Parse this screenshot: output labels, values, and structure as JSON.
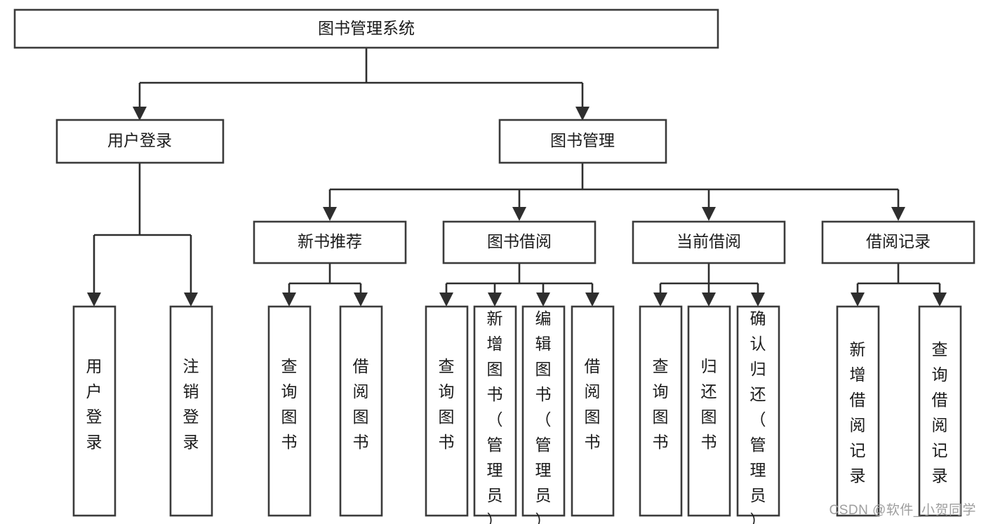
{
  "diagram": {
    "title": "图书管理系统",
    "type": "tree-hierarchy",
    "root": {
      "id": "root",
      "label": "图书管理系统",
      "orientation": "horizontal"
    },
    "level2": [
      {
        "id": "user-login",
        "label": "用户登录",
        "orientation": "horizontal"
      },
      {
        "id": "book-manage",
        "label": "图书管理",
        "orientation": "horizontal"
      }
    ],
    "level3": [
      {
        "id": "new-book-rec",
        "label": "新书推荐",
        "orientation": "horizontal",
        "parent": "book-manage"
      },
      {
        "id": "book-borrow",
        "label": "图书借阅",
        "orientation": "horizontal",
        "parent": "book-manage"
      },
      {
        "id": "current-borrow",
        "label": "当前借阅",
        "orientation": "horizontal",
        "parent": "book-manage"
      },
      {
        "id": "borrow-record",
        "label": "借阅记录",
        "orientation": "horizontal",
        "parent": "book-manage"
      }
    ],
    "leaves": [
      {
        "id": "leaf-user-login",
        "label": "用户登录",
        "orientation": "vertical",
        "parent": "user-login"
      },
      {
        "id": "leaf-logout-login",
        "label": "注销登录",
        "orientation": "vertical",
        "parent": "user-login"
      },
      {
        "id": "leaf-query-book-1",
        "label": "查询图书",
        "orientation": "vertical",
        "parent": "new-book-rec"
      },
      {
        "id": "leaf-borrow-book-1",
        "label": "借阅图书",
        "orientation": "vertical",
        "parent": "new-book-rec"
      },
      {
        "id": "leaf-query-book-2",
        "label": "查询图书",
        "orientation": "vertical",
        "parent": "book-borrow"
      },
      {
        "id": "leaf-add-book",
        "label": "新增图书（管理员）",
        "orientation": "vertical",
        "parent": "book-borrow"
      },
      {
        "id": "leaf-edit-book",
        "label": "编辑图书（管理员）",
        "orientation": "vertical",
        "parent": "book-borrow"
      },
      {
        "id": "leaf-borrow-book-2",
        "label": "借阅图书",
        "orientation": "vertical",
        "parent": "book-borrow"
      },
      {
        "id": "leaf-query-book-3",
        "label": "查询图书",
        "orientation": "vertical",
        "parent": "current-borrow"
      },
      {
        "id": "leaf-return-book",
        "label": "归还图书",
        "orientation": "vertical",
        "parent": "current-borrow"
      },
      {
        "id": "leaf-confirm-return",
        "label": "确认归还（管理员）",
        "orientation": "vertical",
        "parent": "current-borrow"
      },
      {
        "id": "leaf-add-record",
        "label": "新增借阅记录",
        "orientation": "vertical",
        "parent": "borrow-record"
      },
      {
        "id": "leaf-query-record",
        "label": "查询借阅记录",
        "orientation": "vertical",
        "parent": "borrow-record"
      }
    ]
  },
  "watermark": {
    "text": "CSDN @软件_小贺同学"
  },
  "colors": {
    "box_stroke": "#3b3b3b",
    "connector": "#2e2e2e",
    "text": "#1b1b1b",
    "background": "#ffffff",
    "watermark": "#9e9e9e"
  }
}
